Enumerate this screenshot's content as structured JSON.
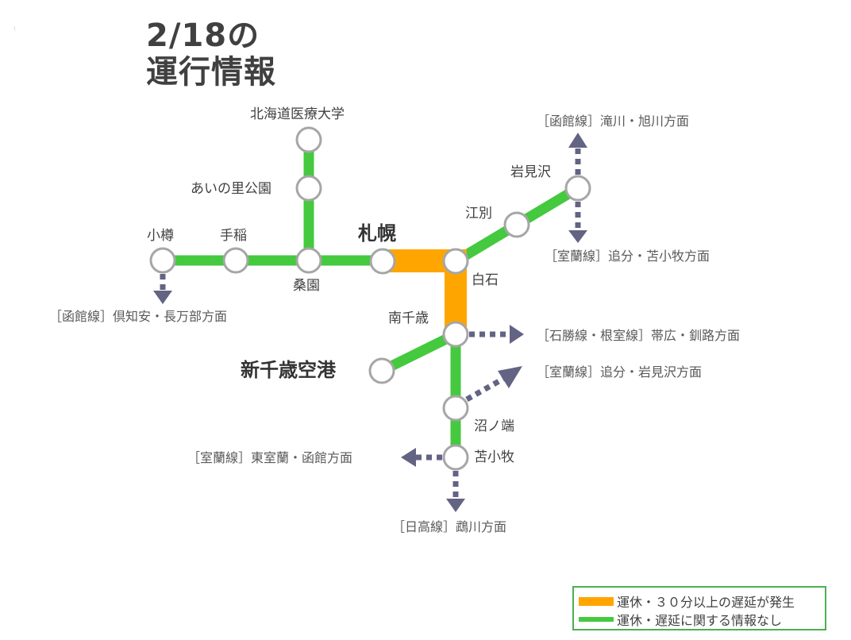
{
  "title": {
    "line1": "2/18の",
    "line2": "運行情報"
  },
  "colors": {
    "normal": "#44c93f",
    "disrupted": "#ffa500",
    "station_border": "#a6a6a6",
    "arrow": "#636384",
    "legend_border": "#4caf50"
  },
  "stations": {
    "hokkaido_iryo_daigaku": "北海道医療大学",
    "ainosato_koen": "あいの里公園",
    "otaru": "小樽",
    "teine": "手稲",
    "soen": "桑園",
    "sapporo": "札幌",
    "shiroishi": "白石",
    "ebetsu": "江別",
    "iwamizawa": "岩見沢",
    "minami_chitose": "南千歳",
    "shin_chitose_kuko": "新千歳空港",
    "numanohata": "沼ノ端",
    "tomakomai": "苫小牧"
  },
  "directions": {
    "hakodate_takikawa": "［函館線］滝川・旭川方面",
    "muroran_oiwake_tomakomai": "［室蘭線］追分・苫小牧方面",
    "hakodate_kutchan": "［函館線］倶知安・長万部方面",
    "sekisho_nemuro": "［石勝線・根室線］帯広・釧路方面",
    "muroran_oiwake_iwamizawa": "［室蘭線］追分・岩見沢方面",
    "muroran_higashimuroran": "［室蘭線］東室蘭・函館方面",
    "hidaka_mukawa": "［日高線］鵡川方面"
  },
  "legend": {
    "disrupted": "運休・３０分以上の遅延が発生",
    "normal": "運休・遅延に関する情報なし"
  }
}
